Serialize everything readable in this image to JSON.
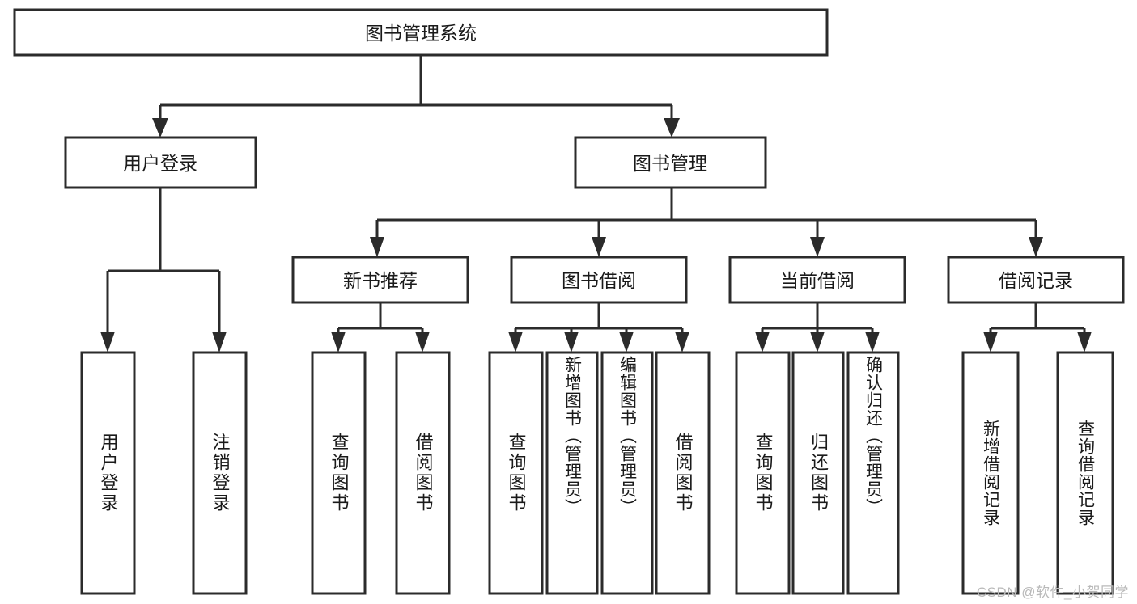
{
  "diagram": {
    "type": "tree",
    "title": "图书管理系统",
    "orientation": "top-down",
    "colors": {
      "box_stroke": "#2b2b2b",
      "box_fill": "#ffffff",
      "connector": "#2b2b2b",
      "text": "#1a1a1a",
      "watermark": "#b9b9b9"
    },
    "root": {
      "label": "图书管理系统"
    },
    "level2": [
      {
        "id": "user-login",
        "label": "用户登录"
      },
      {
        "id": "book-management",
        "label": "图书管理"
      }
    ],
    "level3": [
      {
        "id": "new-book-recommend",
        "label": "新书推荐",
        "parent": "book-management"
      },
      {
        "id": "book-borrow",
        "label": "图书借阅",
        "parent": "book-management"
      },
      {
        "id": "current-borrow",
        "label": "当前借阅",
        "parent": "book-management"
      },
      {
        "id": "borrow-record",
        "label": "借阅记录",
        "parent": "book-management"
      }
    ],
    "leaves": [
      {
        "id": "leaf-user-login",
        "label": "用户登录",
        "parent": "user-login"
      },
      {
        "id": "leaf-logout-login",
        "label": "注销登录",
        "parent": "user-login"
      },
      {
        "id": "leaf-query-book-1",
        "label": "查询图书",
        "parent": "new-book-recommend"
      },
      {
        "id": "leaf-borrow-book-1",
        "label": "借阅图书",
        "parent": "new-book-recommend"
      },
      {
        "id": "leaf-query-book-2",
        "label": "查询图书",
        "parent": "book-borrow"
      },
      {
        "id": "leaf-add-book",
        "label": "新增图书（管理员）",
        "parent": "book-borrow"
      },
      {
        "id": "leaf-edit-book",
        "label": "编辑图书（管理员）",
        "parent": "book-borrow"
      },
      {
        "id": "leaf-borrow-book-2",
        "label": "借阅图书",
        "parent": "book-borrow"
      },
      {
        "id": "leaf-query-book-3",
        "label": "查询图书",
        "parent": "current-borrow"
      },
      {
        "id": "leaf-return-book",
        "label": "归还图书",
        "parent": "current-borrow"
      },
      {
        "id": "leaf-confirm-return",
        "label": "确认归还（管理员）",
        "parent": "current-borrow"
      },
      {
        "id": "leaf-add-record",
        "label": "新增借阅记录",
        "parent": "borrow-record"
      },
      {
        "id": "leaf-query-record",
        "label": "查询借阅记录",
        "parent": "borrow-record"
      }
    ],
    "watermark": "CSDN @软件_小贺同学"
  }
}
